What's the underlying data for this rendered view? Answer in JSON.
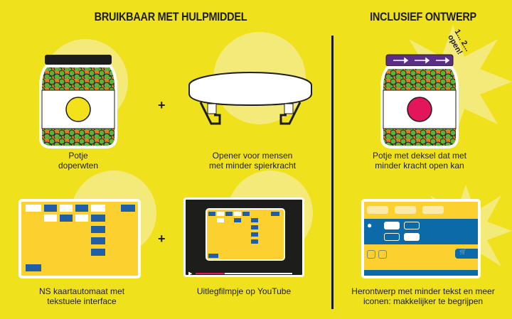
{
  "headings": {
    "left": "BRUIKBAAR MET HULPMIDDEL",
    "right": "INCLUSIEF ONTWERP"
  },
  "starburst_text": "1... 2... open!",
  "captions": {
    "jar": "Potje doperwten",
    "opener": "Opener voor mensen met minder spierkracht",
    "jar_inclusive": "Potje met deksel dat met minder kracht open kan",
    "ns": "NS kaartautomaat met tekstuele interface",
    "youtube": "Uitlegfilmpje op YouTube",
    "redesign": "Herontwerp met minder tekst en meer iconen: makkelijker te begrijpen"
  },
  "captions_lines": {
    "jar": [
      "Potje",
      "doperwten"
    ],
    "opener": [
      "Opener voor mensen",
      "met minder spierkracht"
    ],
    "jar_inclusive": [
      "Potje met deksel dat met",
      "minder kracht open kan"
    ],
    "ns": [
      "NS kaartautomaat met",
      "tekstuele interface"
    ],
    "youtube": [
      "Uitlegfilmpje op YouTube"
    ],
    "redesign": [
      "Herontwerp met minder tekst en meer",
      "iconen: makkelijker te begrijpen"
    ]
  },
  "plus_sign": "+",
  "colors": {
    "background": "#efe11b",
    "ns_yellow": "#fcd02f",
    "ns_blue": "#0d6aa8",
    "lid_purple": "#5b2d86",
    "label_yellow": "#f3e11b",
    "label_pink": "#e3165b"
  }
}
